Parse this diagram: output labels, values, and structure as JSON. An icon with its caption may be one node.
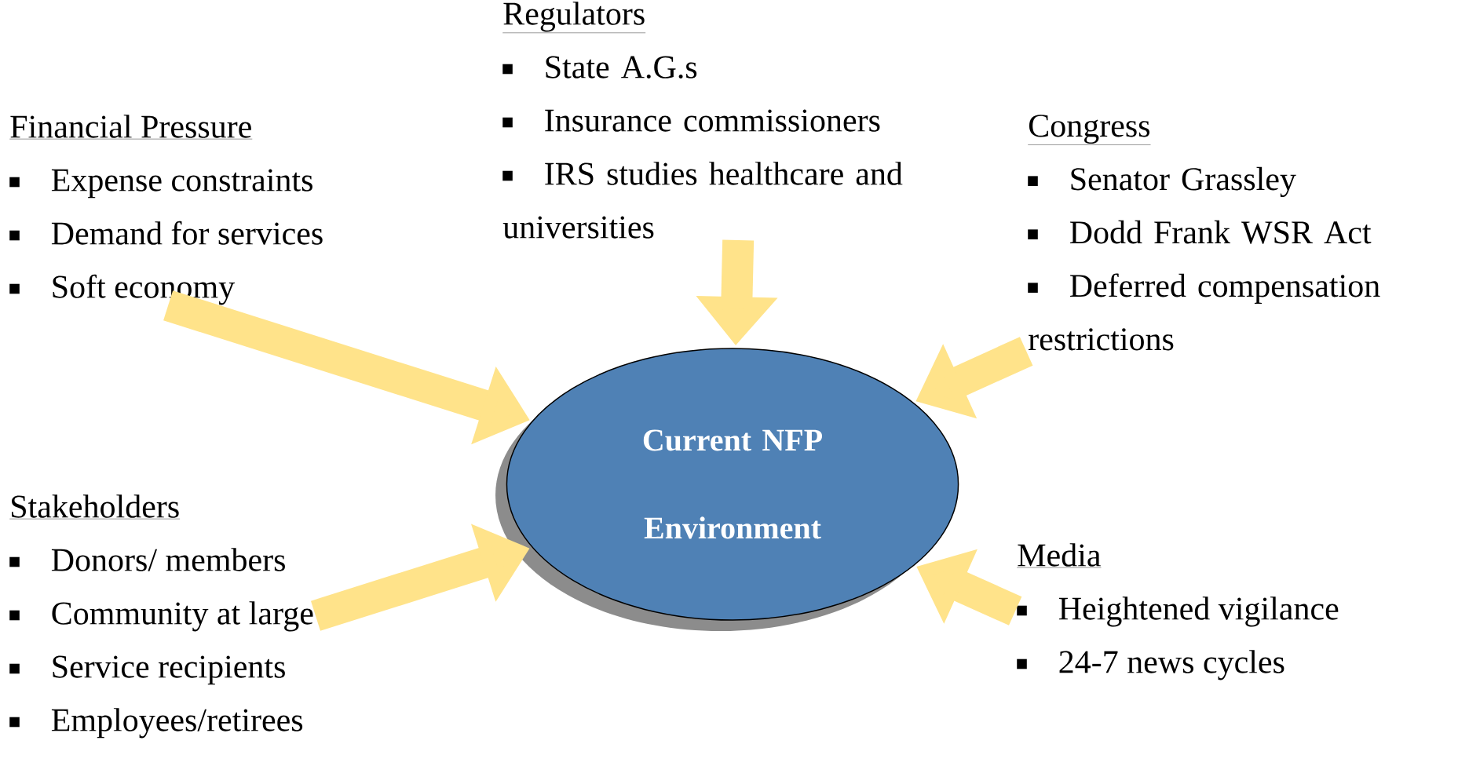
{
  "diagram": {
    "nodes": [
      {
        "text": [
          "Regulators",
          "State A.G.s",
          "Insurance commissioners",
          "IRS studies healthcare and universities"
        ]
      },
      {
        "text": [
          "Financial Pressure",
          "Expense constraints",
          "Demand for services",
          "Soft economy"
        ]
      },
      {
        "text": [
          "Congress",
          "Senator Grassley",
          "Dodd Frank WSR Act",
          "Deferred compensation restrictions"
        ]
      },
      {
        "text": [
          "Current NFP Environment"
        ]
      },
      {
        "text": [
          "Stakeholders",
          "Donors/ members",
          "Community at large",
          "Service recipients",
          "Employees/retirees"
        ]
      },
      {
        "text": [
          "Media",
          "Heightened vigilance",
          "24-7 news cycles"
        ]
      }
    ],
    "edges": [
      {
        "from": 0,
        "to": 3,
        "arrow": "to"
      },
      {
        "from": 1,
        "to": 3,
        "arrow": "to"
      },
      {
        "from": 2,
        "to": 3,
        "arrow": "to"
      },
      {
        "from": 4,
        "to": 3,
        "arrow": "to"
      },
      {
        "from": 5,
        "to": 3,
        "arrow": "to"
      }
    ]
  }
}
